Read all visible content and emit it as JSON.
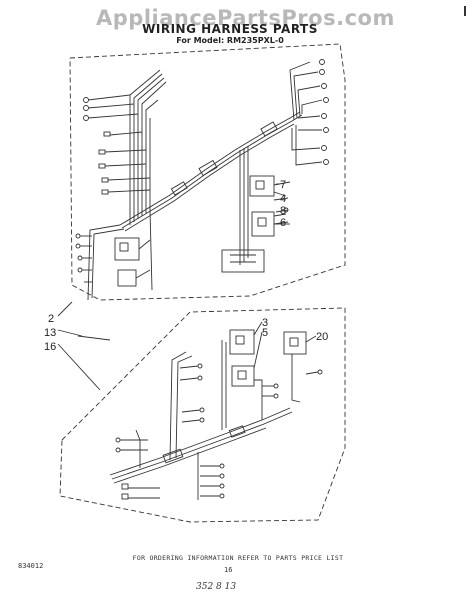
{
  "watermark": "AppliancePartsPros.com",
  "header": {
    "title": "WIRING HARNESS PARTS",
    "model_line": "For Model: RM235PXL-0"
  },
  "callouts": {
    "c7": "7",
    "c4": "4",
    "c8": "8",
    "c6": "6",
    "c3": "3",
    "c5": "5",
    "c20": "20",
    "c2": "2",
    "c13": "13",
    "c16": "16"
  },
  "footer": {
    "ordering_note": "FOR ORDERING INFORMATION REFER TO PARTS PRICE LIST",
    "doc_id": "834012",
    "page_number": "16",
    "handwritten_note": "352 8 13"
  }
}
